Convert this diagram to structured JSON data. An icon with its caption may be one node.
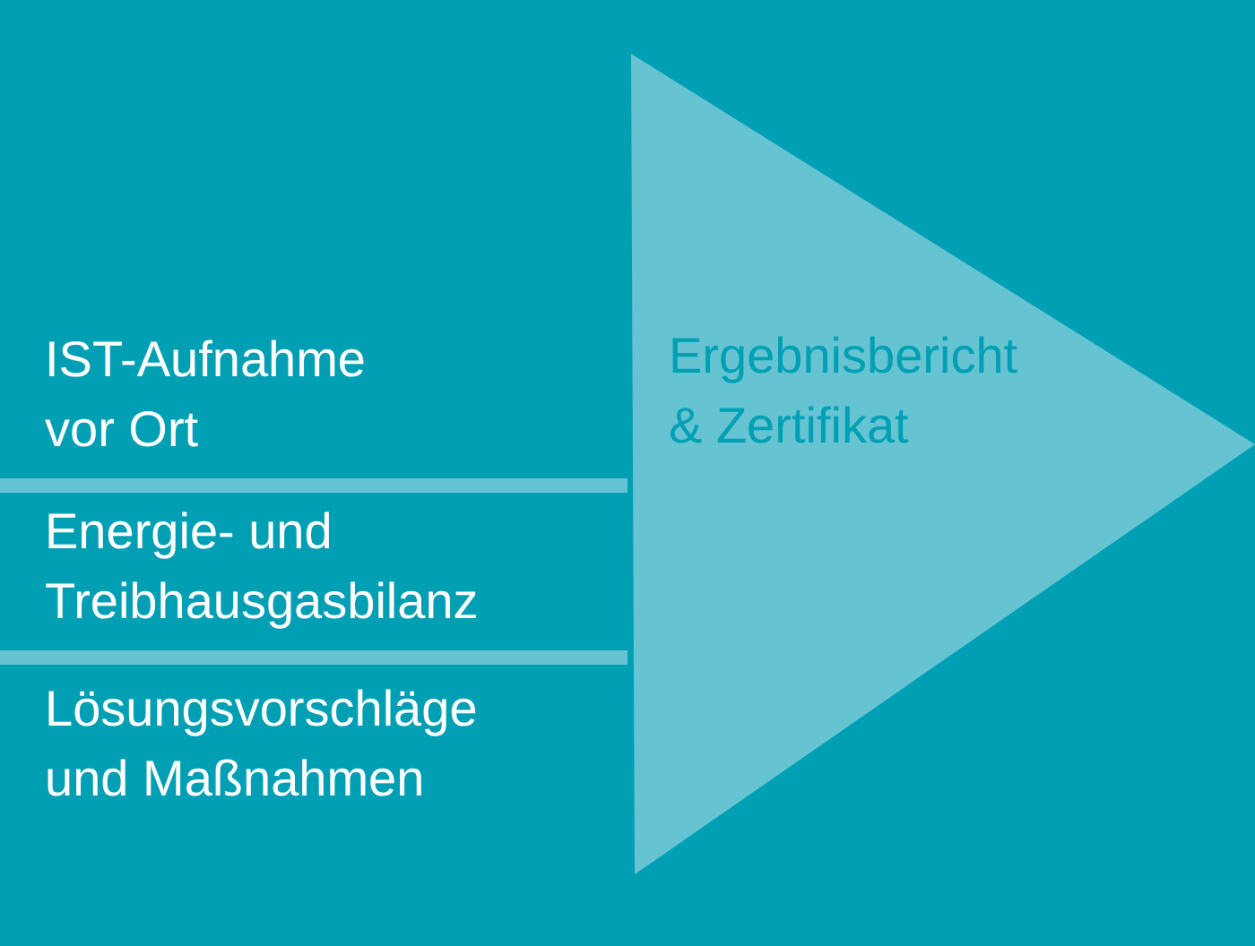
{
  "diagram": {
    "nodes": [
      {
        "text": [
          "IST-Aufnahme vor Ort"
        ]
      },
      {
        "text": [
          "Energie- und Treibhausgasbilanz"
        ]
      },
      {
        "text": [
          "Lösungsvorschläge und Maßnahmen"
        ]
      },
      {
        "text": [
          "Ergebnisbericht & Zertifikat"
        ]
      }
    ]
  }
}
